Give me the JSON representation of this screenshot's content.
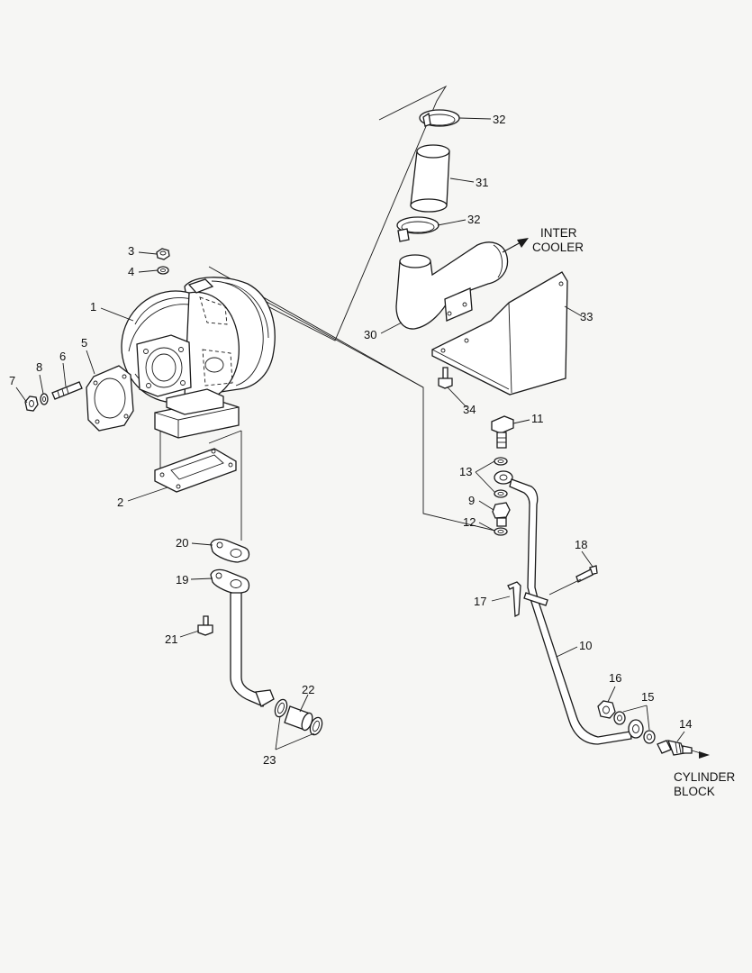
{
  "callouts": {
    "c1": "1",
    "c2": "2",
    "c3": "3",
    "c4": "4",
    "c5": "5",
    "c6": "6",
    "c7": "7",
    "c8": "8",
    "c9": "9",
    "c10": "10",
    "c11": "11",
    "c12": "12",
    "c13": "13",
    "c14": "14",
    "c15": "15",
    "c16": "16",
    "c17": "17",
    "c18": "18",
    "c19": "19",
    "c20": "20",
    "c21": "21",
    "c22": "22",
    "c23": "23",
    "c30": "30",
    "c31": "31",
    "c32a": "32",
    "c32b": "32",
    "c33": "33",
    "c34": "34"
  },
  "notes": {
    "intercooler_line1": "INTER",
    "intercooler_line2": "COOLER",
    "cylinder_line1": "CYLINDER",
    "cylinder_line2": "BLOCK"
  }
}
